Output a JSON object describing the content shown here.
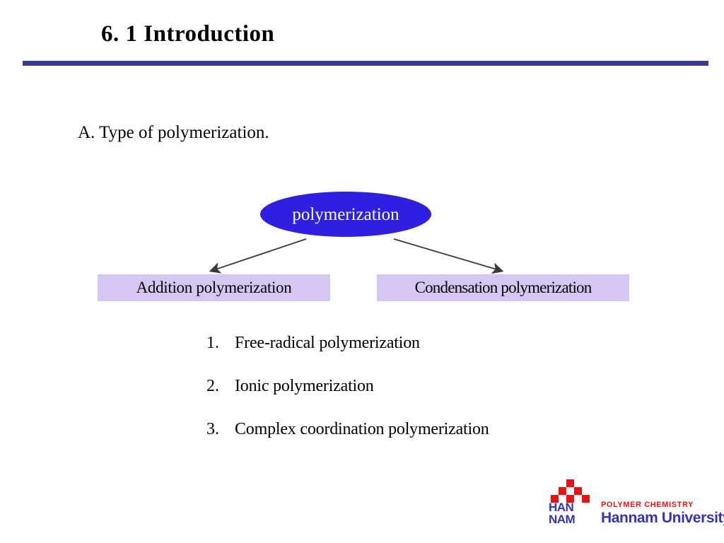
{
  "slide": {
    "title": "6. 1 Introduction",
    "section_heading": "A. Type of polymerization."
  },
  "diagram": {
    "root": {
      "label": "polymerization",
      "fill": "#2f1fe0",
      "text_color": "#ffffff"
    },
    "children": [
      {
        "label": "Addition polymerization",
        "fill": "#d5c6f2"
      },
      {
        "label": "Condensation polymerization",
        "fill": "#d5c6f2"
      }
    ],
    "arrow_color": "#444444"
  },
  "list": {
    "items": [
      {
        "number": "1.",
        "text": "Free-radical polymerization"
      },
      {
        "number": "2.",
        "text": "Ionic polymerization"
      },
      {
        "number": "3.",
        "text": "Complex coordination polymerization"
      }
    ]
  },
  "logo": {
    "mark_initials_line1": "HAN",
    "mark_initials_line2": "NAM",
    "department": "POLYMER CHEMISTRY",
    "university": "Hannam University",
    "mark_color": "#ee1111",
    "text_color": "#3333bb"
  },
  "theme": {
    "divider_color": "#393995",
    "background": "#ffffff"
  }
}
